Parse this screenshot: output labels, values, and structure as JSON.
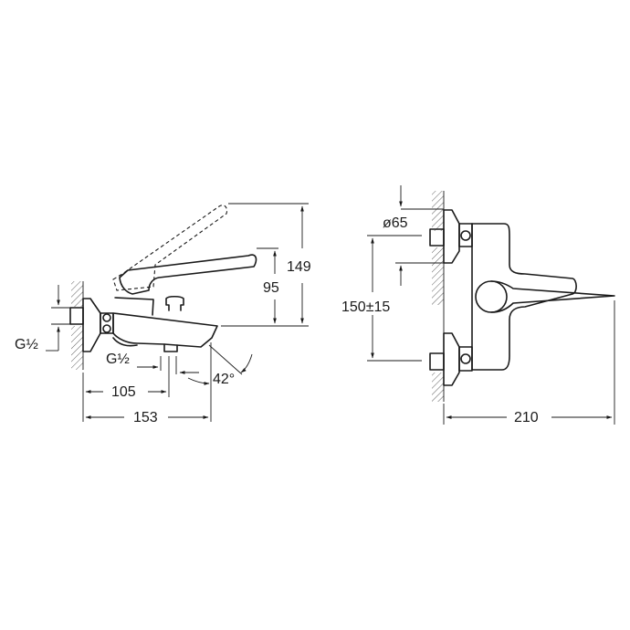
{
  "drawing": {
    "title": "Bath mixer technical drawing",
    "side_view": {
      "dimensions": {
        "total_height": "149",
        "handle_height": "95",
        "inlet_thread": "G½",
        "outlet_thread": "G½",
        "outlet_distance": "105",
        "total_projection": "153",
        "spout_angle": "42°"
      }
    },
    "front_view": {
      "dimensions": {
        "flange_diameter": "ø65",
        "center_distance": "150±15",
        "total_depth": "210"
      }
    },
    "colors": {
      "line": "#1a1a1a",
      "background": "#ffffff"
    }
  }
}
